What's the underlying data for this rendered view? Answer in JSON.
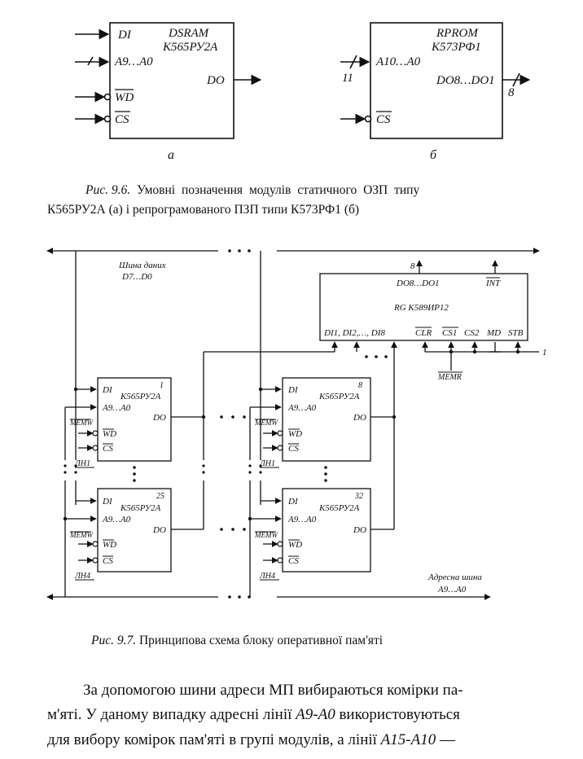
{
  "fig96": {
    "a": {
      "chip_type": "DSRAM",
      "chip_name": "К565РУ2А",
      "in1": "DI",
      "in2": "A9…A0",
      "in3": "WD",
      "in4": "CS",
      "out": "DO",
      "sub": "а"
    },
    "b": {
      "chip_type": "RPROM",
      "chip_name": "К573РФ1",
      "in1": "A10…A0",
      "in1_width": "11",
      "in2": "CS",
      "out": "DO8…DO1",
      "out_width": "8",
      "sub": "б"
    },
    "caption_num": "Рис. 9.6.",
    "caption_line1": " Умовні позначення модулів статичного ОЗП типу",
    "caption_line2": "К565РУ2А (а) і репрограмованого ПЗП типи К573РФ1 (б)"
  },
  "fig97": {
    "data_bus_title": "Шина даних",
    "data_bus_lines": "D7…D0",
    "reg_width": "8",
    "reg_outputs": "DO8…DO1",
    "reg_int": "INT",
    "reg_name": "RG К589ИР12",
    "reg_inputs": "DI1, DI2,…, DI8",
    "reg_clr": "CLR",
    "reg_cs1": "CS1",
    "reg_cs2": "CS2",
    "reg_md": "MD",
    "reg_stb": "STB",
    "reg_in_one": "1",
    "memr": "MEMR",
    "mem_di": "DI",
    "mem_addr": "A9…A0",
    "mem_wd": "WD",
    "mem_cs": "CS",
    "mem_do": "DO",
    "mem_chip": "К565РУ2А",
    "memw": "MEMW",
    "modules": [
      {
        "num": "1",
        "line": "ЛН1"
      },
      {
        "num": "8",
        "line": "ЛН1"
      },
      {
        "num": "25",
        "line": "ЛН4"
      },
      {
        "num": "32",
        "line": "ЛН4"
      }
    ],
    "addr_bus_title": "Адресна шина",
    "addr_bus_lines": "A9…A0",
    "caption_num": "Рис. 9.7.",
    "caption_text": " Принципова схема блоку оперативної пам'яті"
  },
  "paragraph": {
    "l1a": "За допомогою шини адреси МП вибираються комірки па-",
    "l2a": "м'яті. У даному випадку адресні лінії ",
    "l2i": "А9-А0",
    "l2b": " використовуються",
    "l3a": "для вибору комірок пам'яті в групі модулів, а лінії ",
    "l3i": "А15-А10",
    "l3b": " —"
  }
}
